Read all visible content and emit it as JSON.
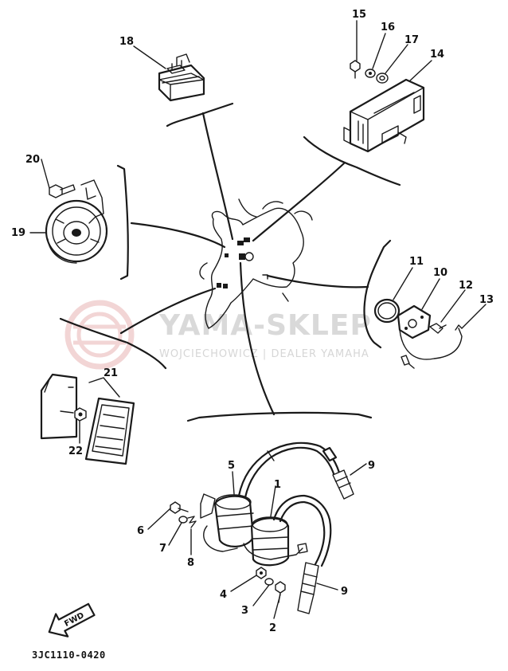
{
  "diagram": {
    "catalog_code": "3JC1110-0420",
    "fwd_label": "FWD",
    "watermark": {
      "title": "YAMA-SKLEP",
      "subtitle": "WOJCIECHOWICZ | DEALER YAMAHA",
      "color": "#e8b4b4"
    },
    "callouts": {
      "p1": "1",
      "p2": "2",
      "p3": "3",
      "p4": "4",
      "p5": "5",
      "p6": "6",
      "p7": "7",
      "p8": "8",
      "p9a": "9",
      "p9b": "9",
      "p10": "10",
      "p11": "11",
      "p12": "12",
      "p13": "13",
      "p14": "14",
      "p15": "15",
      "p16": "16",
      "p17": "17",
      "p18": "18",
      "p19": "19",
      "p20": "20",
      "p21": "21",
      "p22": "22"
    }
  }
}
